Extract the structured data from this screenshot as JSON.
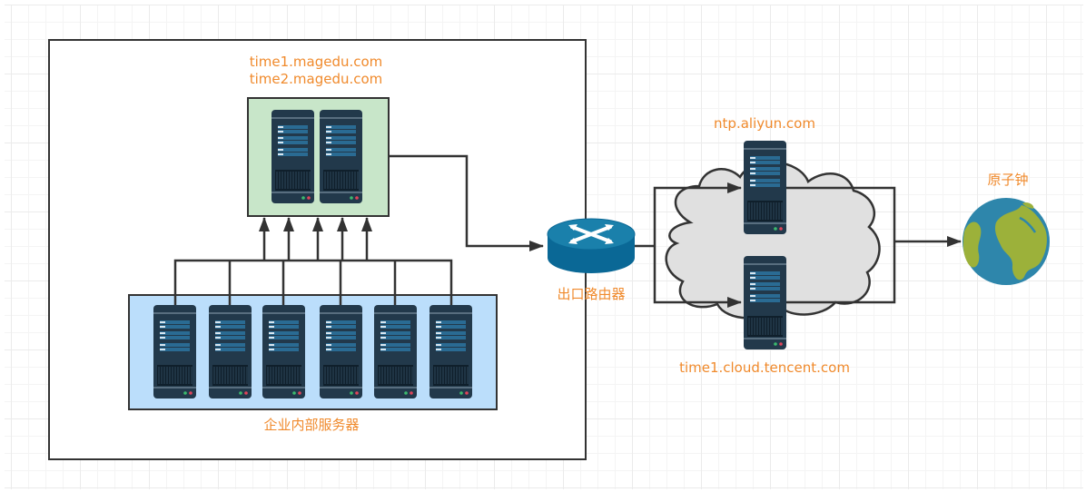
{
  "diagram": {
    "title": "NTP time synchronization topology",
    "colors": {
      "label": "#f08a2c",
      "line": "#333333",
      "green_group_fill": "#c8e6c9",
      "blue_group_fill": "#bbdefb",
      "cloud_fill": "#e0e0e0",
      "server_body": "#22394b",
      "server_panel": "#2a6b93",
      "router": "#0a6896",
      "globe_ocean": "#2e86ab",
      "globe_land": "#9cb13a"
    },
    "nodes": {
      "internal_ntp_servers": {
        "label_line1": "time1.magedu.com",
        "label_line2": "time2.magedu.com",
        "server_count": 2,
        "icon": "server-icon"
      },
      "internal_servers": {
        "label": "企业内部服务器",
        "server_count": 6,
        "icon": "server-icon"
      },
      "router": {
        "label": "出口路由器",
        "icon": "router-icon"
      },
      "public_ntp_aliyun": {
        "label": "ntp.aliyun.com",
        "icon": "server-icon"
      },
      "public_ntp_tencent": {
        "label": "time1.cloud.tencent.com",
        "icon": "server-icon"
      },
      "internet": {
        "icon": "cloud-icon"
      },
      "atomic_clock": {
        "label": "原子钟",
        "icon": "globe-icon"
      }
    },
    "edges": [
      {
        "from": "internal_servers",
        "to": "internal_ntp_servers",
        "arrows": 5
      },
      {
        "from": "internal_ntp_servers",
        "to": "router"
      },
      {
        "from": "router",
        "to": "public_ntp_aliyun"
      },
      {
        "from": "router",
        "to": "public_ntp_tencent"
      },
      {
        "from": "public_ntp_aliyun",
        "to": "atomic_clock"
      },
      {
        "from": "public_ntp_tencent",
        "to": "atomic_clock"
      }
    ]
  }
}
